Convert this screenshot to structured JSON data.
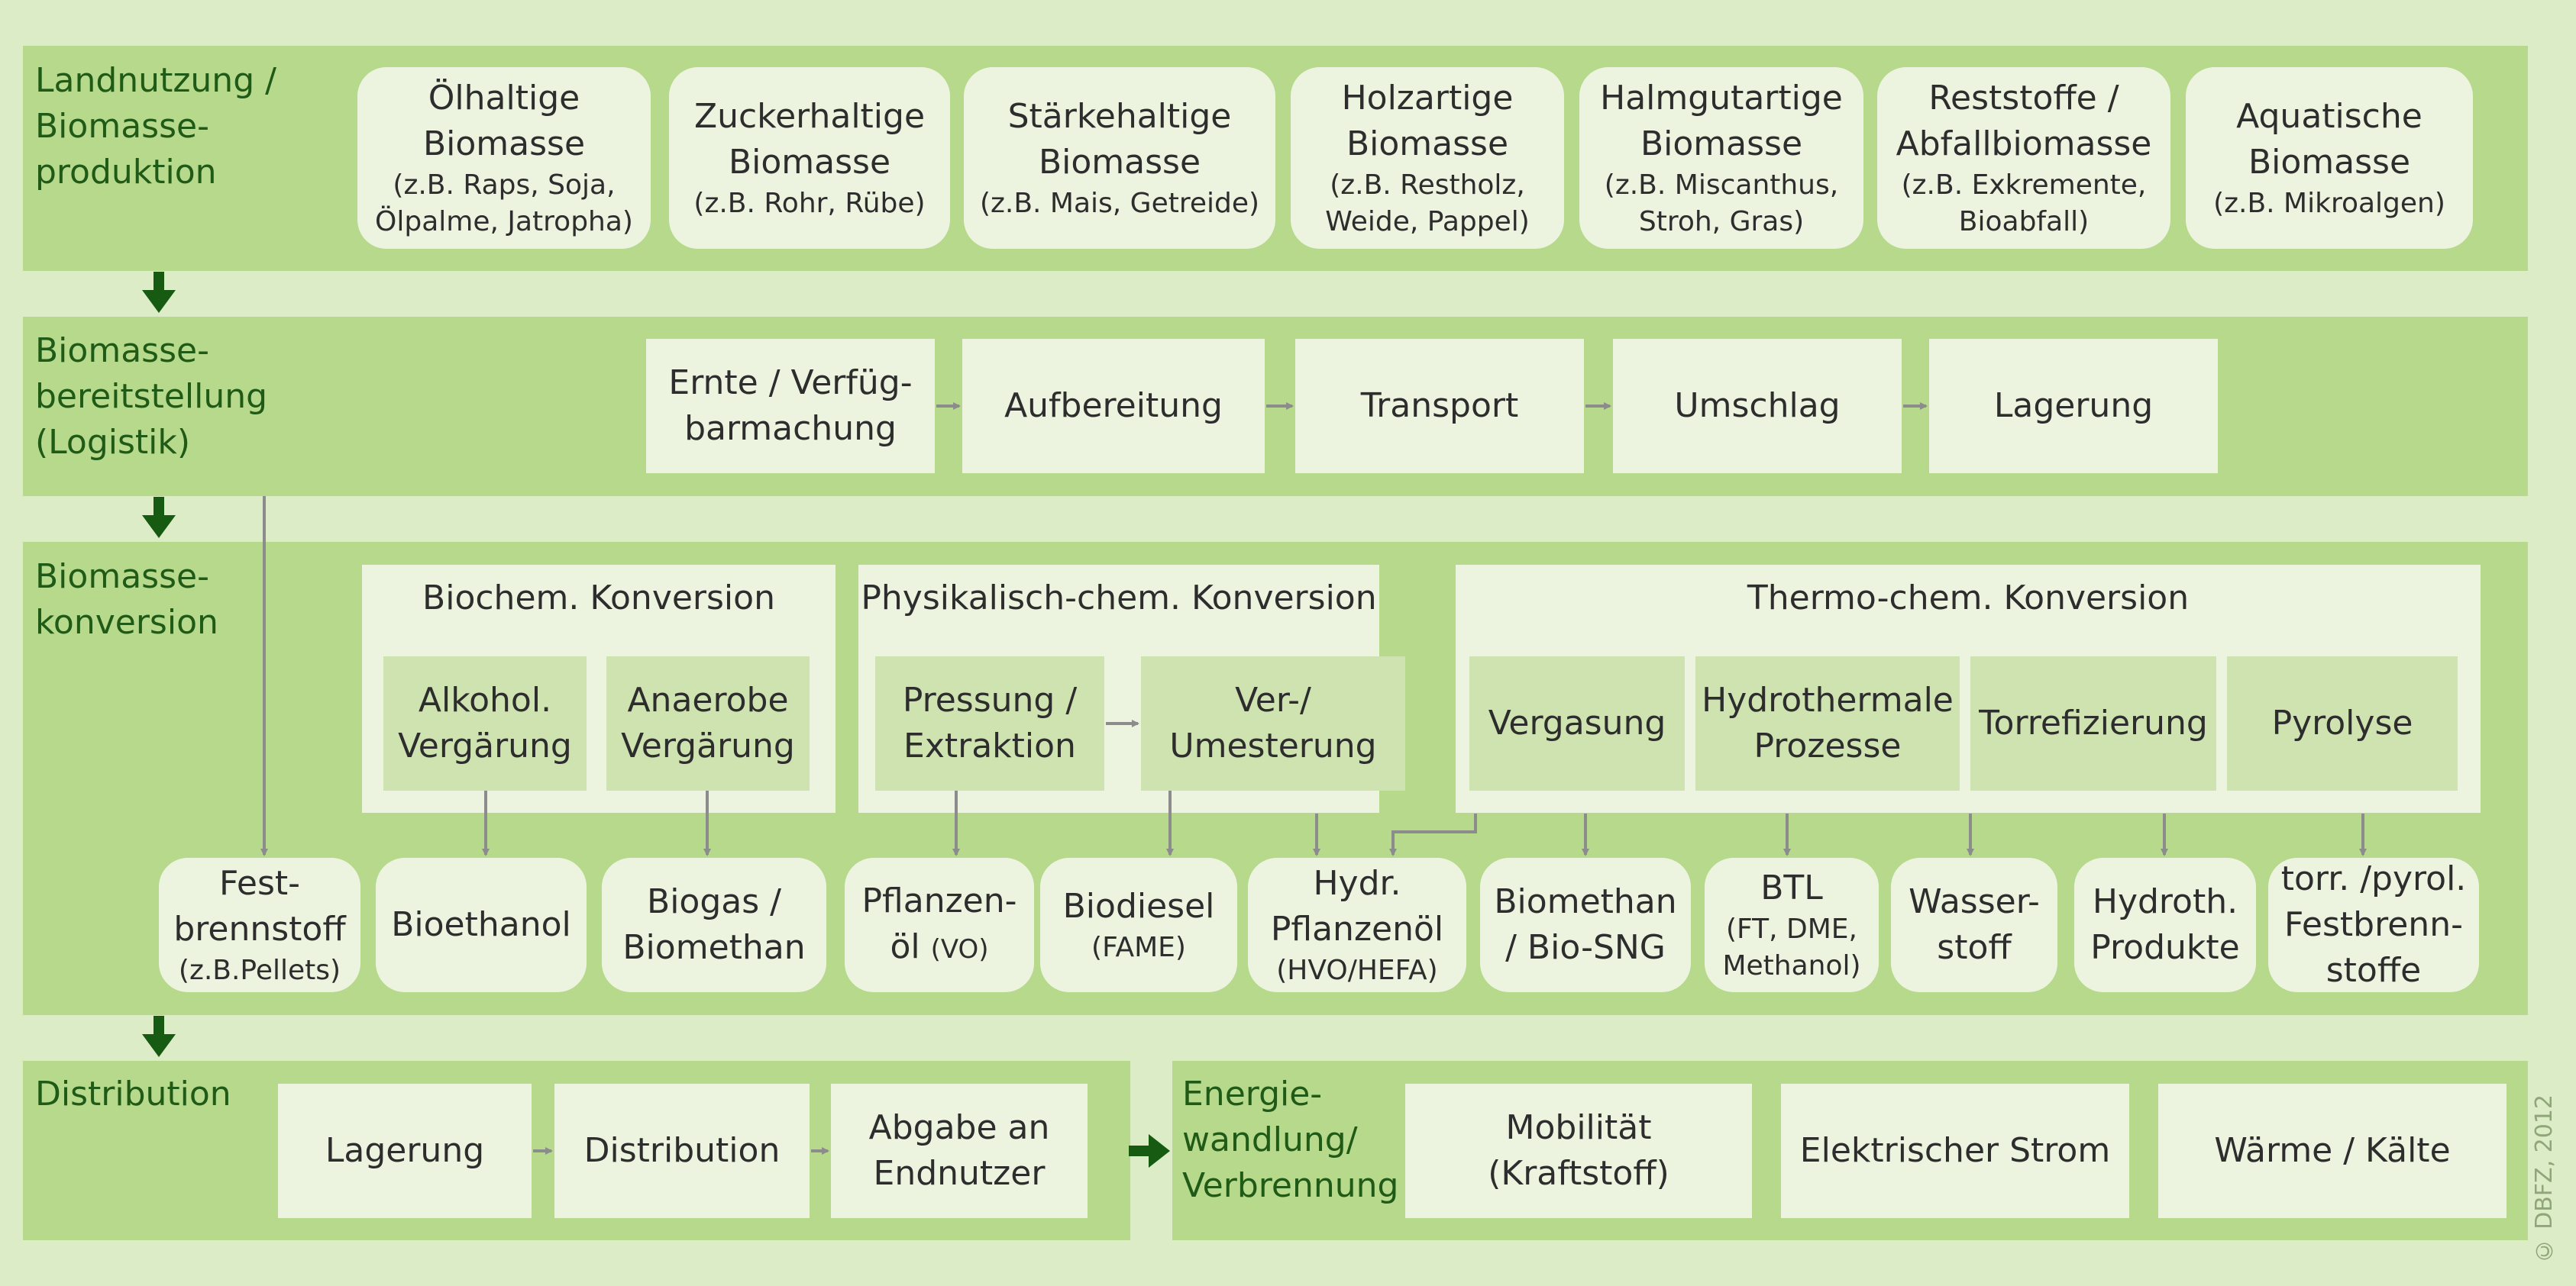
{
  "rows": {
    "land": {
      "label": "Landnutzung /\nBiomasse-\nproduktion",
      "items": [
        {
          "title": "Ölhaltige\nBiomasse",
          "sub": "(z.B. Raps, Soja,\nÖlpalme, Jatropha)"
        },
        {
          "title": "Zuckerhaltige\nBiomasse",
          "sub": "(z.B. Rohr, Rübe)"
        },
        {
          "title": "Stärkehaltige\nBiomasse",
          "sub": "(z.B. Mais, Getreide)"
        },
        {
          "title": "Holzartige\nBiomasse",
          "sub": "(z.B. Restholz,\nWeide, Pappel)"
        },
        {
          "title": "Halmgutartige\nBiomasse",
          "sub": "(z.B. Miscanthus,\nStroh, Gras)"
        },
        {
          "title": "Reststoffe /\nAbfallbiomasse",
          "sub": "(z.B. Exkremente,\nBioabfall)"
        },
        {
          "title": "Aquatische\nBiomasse",
          "sub": "(z.B. Mikroalgen)"
        }
      ]
    },
    "logistics": {
      "label": "Biomasse-\nbereitstellung\n(Logistik)",
      "steps": [
        "Ernte / Verfüg-\nbarmachung",
        "Aufbereitung",
        "Transport",
        "Umschlag",
        "Lagerung"
      ]
    },
    "conversion": {
      "label": "Biomasse-\nkonversion",
      "groups": {
        "biochem": {
          "title": "Biochem. Konversion",
          "items": [
            "Alkohol.\nVergärung",
            "Anaerobe\nVergärung"
          ]
        },
        "physchem": {
          "title": "Physikalisch-chem. Konversion",
          "items": [
            "Pressung /\nExtraktion",
            "Ver-/\nUmesterung"
          ]
        },
        "thermochem": {
          "title": "Thermo-chem. Konversion",
          "items": [
            "Vergasung",
            "Hydrothermale\nProzesse",
            "Torrefizierung",
            "Pyrolyse"
          ]
        }
      },
      "products": [
        {
          "title": "Fest-\nbrennstoff",
          "sub": "(z.B.Pellets)"
        },
        {
          "title": "Bioethanol",
          "sub": ""
        },
        {
          "title": "Biogas /\nBiomethan",
          "sub": ""
        },
        {
          "title": "Pflanzen-\nöl",
          "inline": "(VO)",
          "sub": ""
        },
        {
          "title": "Biodiesel",
          "sub": "(FAME)"
        },
        {
          "title": "Hydr.\nPflanzenöl",
          "sub": "(HVO/HEFA)"
        },
        {
          "title": "Biomethan\n/ Bio-SNG",
          "sub": ""
        },
        {
          "title": "BTL",
          "sub": "(FT, DME,\nMethanol)"
        },
        {
          "title": "Wasser-\nstoff",
          "sub": ""
        },
        {
          "title": "Hydroth.\nProdukte",
          "sub": ""
        },
        {
          "title": "torr. /pyrol.\nFestbrenn-\nstoffe",
          "sub": ""
        }
      ]
    },
    "distribution": {
      "label": "Distribution",
      "steps": [
        "Lagerung",
        "Distribution",
        "Abgabe an\nEndnutzer"
      ]
    },
    "energy": {
      "label": "Energie-\nwandlung/\nVerbrennung",
      "items": [
        "Mobilität\n(Kraftstoff)",
        "Elektrischer Strom",
        "Wärme / Kälte"
      ]
    }
  },
  "copyright": "© DBFZ, 2012",
  "colors": {
    "band": "#b7d98c",
    "box": "#ecf4df",
    "subbox": "#cfe3b1",
    "label": "#1f5a16",
    "arrow_dark": "#175a12",
    "arrow_gray": "#8c8c8c"
  }
}
